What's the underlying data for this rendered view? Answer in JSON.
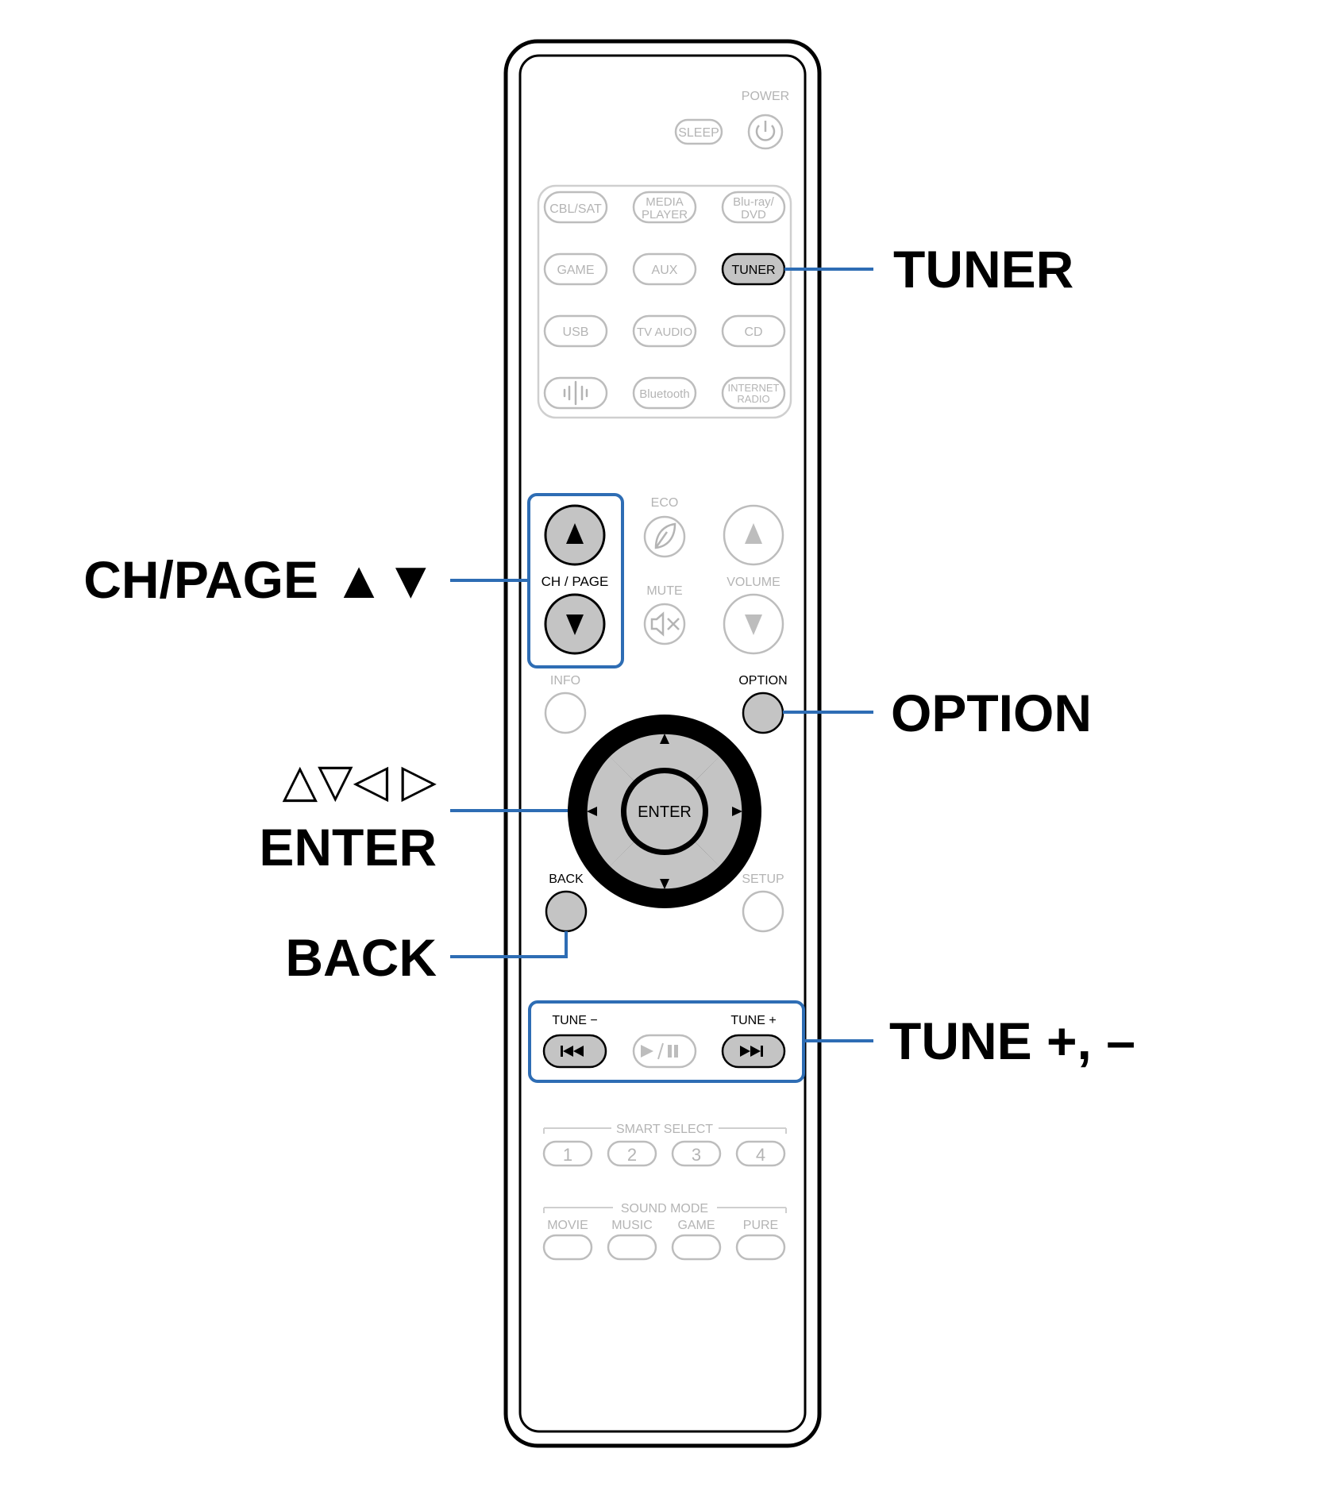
{
  "colors": {
    "callout_line": "#2e6db4",
    "active_button": "#c4c4c4",
    "inactive_outline": "#bdbdbd",
    "inactive_text": "#b4b4b4",
    "remote_outline": "#000000"
  },
  "remote": {
    "power_label": "POWER",
    "sleep_label": "SLEEP",
    "sources": {
      "cbl_sat": "CBL/SAT",
      "media_player_1": "MEDIA",
      "media_player_2": "PLAYER",
      "bluray_1": "Blu-ray/",
      "bluray_2": "DVD",
      "game": "GAME",
      "aux": "AUX",
      "tuner": "TUNER",
      "usb": "USB",
      "tv_audio": "TV AUDIO",
      "cd": "CD",
      "bluetooth": "Bluetooth",
      "internet_radio_1": "INTERNET",
      "internet_radio_2": "RADIO"
    },
    "eco_label": "ECO",
    "mute_label": "MUTE",
    "volume_label": "VOLUME",
    "ch_page_label": "CH / PAGE",
    "info_label": "INFO",
    "option_label": "OPTION",
    "enter_label": "ENTER",
    "back_label": "BACK",
    "setup_label": "SETUP",
    "tune_minus_label": "TUNE −",
    "tune_plus_label": "TUNE +",
    "smart_select_label": "SMART SELECT",
    "smart_select_buttons": [
      "1",
      "2",
      "3",
      "4"
    ],
    "sound_mode_label": "SOUND MODE",
    "sound_modes": [
      "MOVIE",
      "MUSIC",
      "GAME",
      "PURE"
    ]
  },
  "callouts": {
    "tuner": "TUNER",
    "ch_page": "CH/PAGE ▲▼",
    "option": "OPTION",
    "cursor": "△▽◁ ▷",
    "enter": "ENTER",
    "back": "BACK",
    "tune": "TUNE +, –"
  }
}
